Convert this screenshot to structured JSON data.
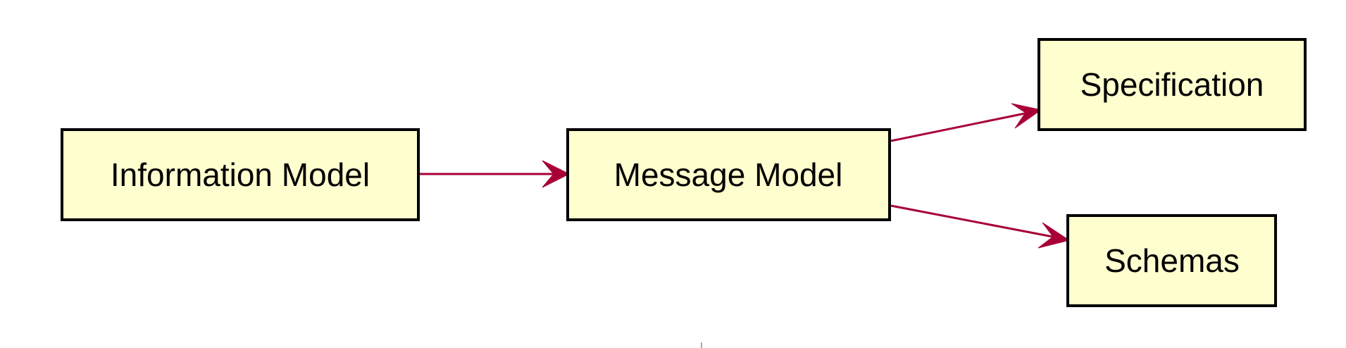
{
  "diagram": {
    "nodes": {
      "information_model": {
        "label": "Information Model"
      },
      "message_model": {
        "label": "Message Model"
      },
      "specification": {
        "label": "Specification"
      },
      "schemas": {
        "label": "Schemas"
      }
    },
    "edges": [
      {
        "from": "Information Model",
        "to": "Message Model"
      },
      {
        "from": "Message Model",
        "to": "Specification"
      },
      {
        "from": "Message Model",
        "to": "Schemas"
      }
    ]
  },
  "colors": {
    "node_fill": "#FEFECE",
    "node_stroke": "#000000",
    "edge": "#A80036"
  }
}
